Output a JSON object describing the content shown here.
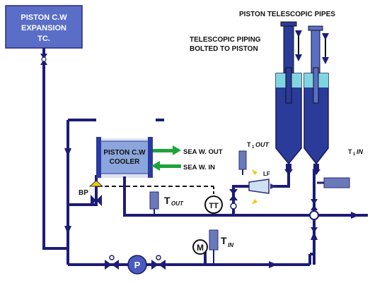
{
  "tank_label": [
    "PISTON C.W",
    "EXPANSION",
    "TC."
  ],
  "title": "PISTON TELESCOPIC PIPES",
  "telescopic_note": [
    "TELESCOPIC PIPING",
    "BOLTED TO PISTON"
  ],
  "cooler_label": [
    "PISTON C.W",
    "COOLER"
  ],
  "sea_water_out": "SEA W. OUT",
  "sea_water_in": "SEA W. IN",
  "t1_out_label": {
    "main": "T",
    "sub": "1",
    "suffix": "OUT"
  },
  "t1_in_label": {
    "main": "T",
    "sub": "1",
    "suffix": "IN"
  },
  "lf_label": "LF",
  "bp_label": "BP",
  "t_out_label": {
    "main": "T",
    "sub": "OUT"
  },
  "t_in_label": {
    "main": "T",
    "sub": "IN"
  },
  "tt_label": "TT",
  "motor_label": "M",
  "pump_label": "P",
  "colors": {
    "pipe": "#1c1c78",
    "tank_fill": "#5a6ec8",
    "cylinder_fill": "#2b3b9a",
    "water": "#7fd6e0",
    "cooler_body": "#8aa6dd",
    "cooler_end": "#2a3aa0",
    "sea_arrow": "#1ea33a",
    "sensor": "#6a7ab8",
    "yellow": "#f2c80f"
  },
  "icons": [
    "check-valve-icon",
    "globe-valve-icon",
    "pump-icon",
    "motor-icon",
    "thermometer-icon",
    "flow-indicator-icon",
    "drain-valve-icon"
  ]
}
